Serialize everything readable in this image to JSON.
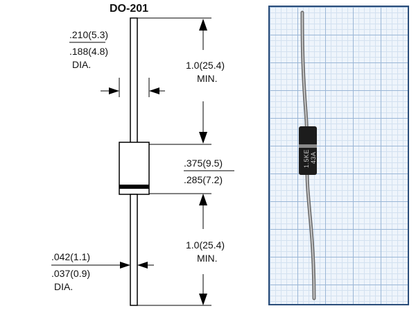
{
  "package": {
    "name": "DO-201"
  },
  "dimensions": {
    "lead_dia_upper_max": ".210(5.3)",
    "lead_dia_upper_min": ".188(4.8)",
    "lead_dia_upper_unit": "DIA.",
    "lead_length_top": "1.0(25.4)",
    "lead_length_top_unit": "MIN.",
    "body_length_max": ".375(9.5)",
    "body_length_min": ".285(7.2)",
    "lead_length_bottom": "1.0(25.4)",
    "lead_length_bottom_unit": "MIN.",
    "lead_dia_lower_max": ".042(1.1)",
    "lead_dia_lower_min": ".037(0.9)",
    "lead_dia_lower_unit": "DIA."
  },
  "photo": {
    "marking_line1": "1.5KE",
    "marking_line2": "43A"
  }
}
